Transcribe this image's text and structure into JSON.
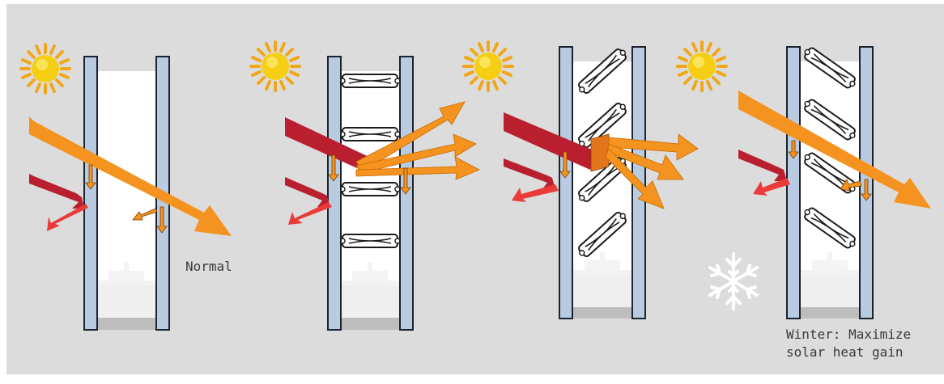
{
  "labels": {
    "normal": "Normal",
    "winter_line1": "Winter: Maximize",
    "winter_line2": "solar heat gain"
  },
  "colors": {
    "background": "#dcdcdc",
    "glass": "#b8cbe0",
    "glass_edge": "#1b2330",
    "cavity": "#ffffff",
    "sill": "#bdbdbd",
    "sun_core": "#f6cf14",
    "sun_rays": "#f2a71b",
    "direct_light": "#f4931f",
    "reflected_heat": "#b91f2e",
    "reflected_heat_tip": "#ea3b3b",
    "snowflake": "#ffffff"
  },
  "icons": [
    "sun-icon",
    "snowflake-icon",
    "louver-icon",
    "desk-icon"
  ]
}
